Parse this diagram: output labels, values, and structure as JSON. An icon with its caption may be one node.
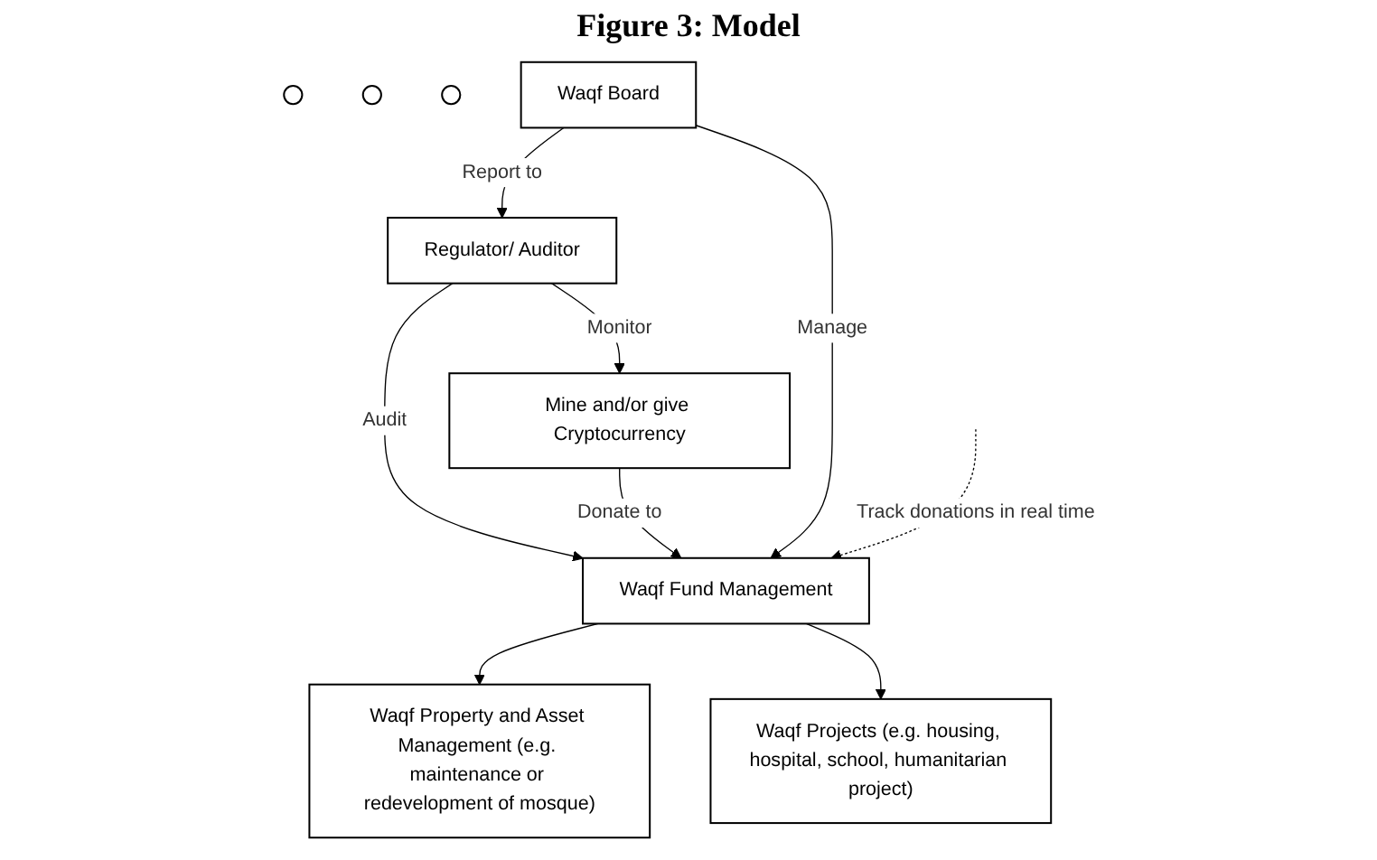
{
  "diagram": {
    "title": "Figure 3: Model",
    "nodes": [
      {
        "text": [],
        "shape": "person"
      },
      {
        "text": [],
        "shape": "person"
      },
      {
        "text": [
          "Regulator/ Auditor"
        ]
      },
      {
        "text": [],
        "shape": "person"
      },
      {
        "text": [
          "Mine and/or give Cryptocurrency"
        ]
      },
      {
        "text": [
          "Waqf Board"
        ]
      },
      {
        "text": [
          "Waqf Fund Management"
        ]
      },
      {
        "text": [
          "Waqf Property and Asset Management (e.g. maintenance or redevelopment of mosque)"
        ]
      },
      {
        "text": [
          "Waqf Projects (e.g. housing, hospital, school, humanitarian project)"
        ]
      }
    ],
    "edges": [
      {
        "from": 2,
        "to": 4,
        "arrow": "to",
        "label": "Monitor"
      },
      {
        "from": 5,
        "to": 2,
        "arrow": "to",
        "label": "Report to"
      },
      {
        "from": 2,
        "to": 6,
        "arrow": "to",
        "label": "Audit"
      },
      {
        "from": 4,
        "to": 6,
        "arrow": "to",
        "label": "Donate to"
      },
      {
        "from": 5,
        "to": 6,
        "arrow": "to",
        "label": "Manage"
      },
      {
        "from": null,
        "to": 6,
        "arrow": "to",
        "label": "Track donations in real time",
        "style": "dashed"
      },
      {
        "from": 6,
        "to": 7,
        "arrow": "to"
      },
      {
        "from": 6,
        "to": 8,
        "arrow": "to"
      }
    ]
  }
}
